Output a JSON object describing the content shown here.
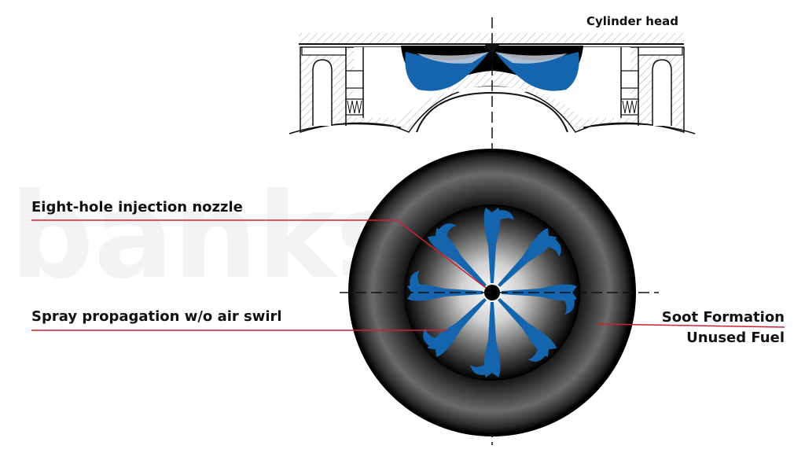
{
  "labels": {
    "cylinder_head": "Cylinder head",
    "nozzle": "Eight-hole injection nozzle",
    "spray": "Spray propagation w/o air swirl",
    "soot_line1": "Soot Formation",
    "soot_line2": "Unused Fuel"
  },
  "colors": {
    "spray_blue": "#1565ae",
    "leader_red": "#cc2233",
    "outline": "#111111",
    "hatch": "#9a9a9a",
    "watermark": "#f2f2f2"
  },
  "spray_jet_count": 8
}
